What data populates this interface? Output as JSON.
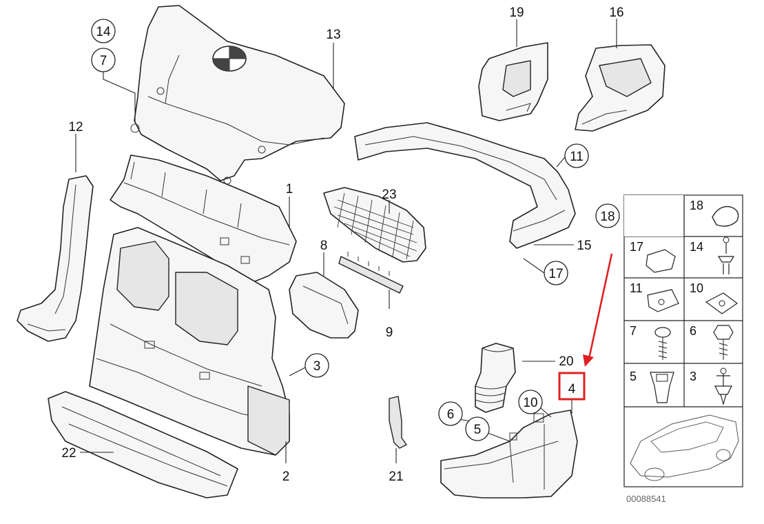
{
  "callouts": {
    "c1": "1",
    "c2": "2",
    "c3": "3",
    "c4": "4",
    "c5": "5",
    "c6": "6",
    "c7": "7",
    "c8": "8",
    "c9": "9",
    "c10": "10",
    "c11": "11",
    "c12": "12",
    "c13": "13",
    "c14": "14",
    "c15": "15",
    "c16": "16",
    "c17": "17",
    "c18": "18",
    "c19": "19",
    "c20": "20",
    "c21": "21",
    "c22": "22",
    "c23": "23"
  },
  "legend_table": {
    "r1": "18",
    "r2a": "17",
    "r2b": "14",
    "r3a": "11",
    "r3b": "10",
    "r4a": "7",
    "r4b": "6",
    "r5a": "5",
    "r5b": "3"
  },
  "catalog_number": "00088541",
  "highlight": {
    "label": "4",
    "color": "#e02020"
  }
}
